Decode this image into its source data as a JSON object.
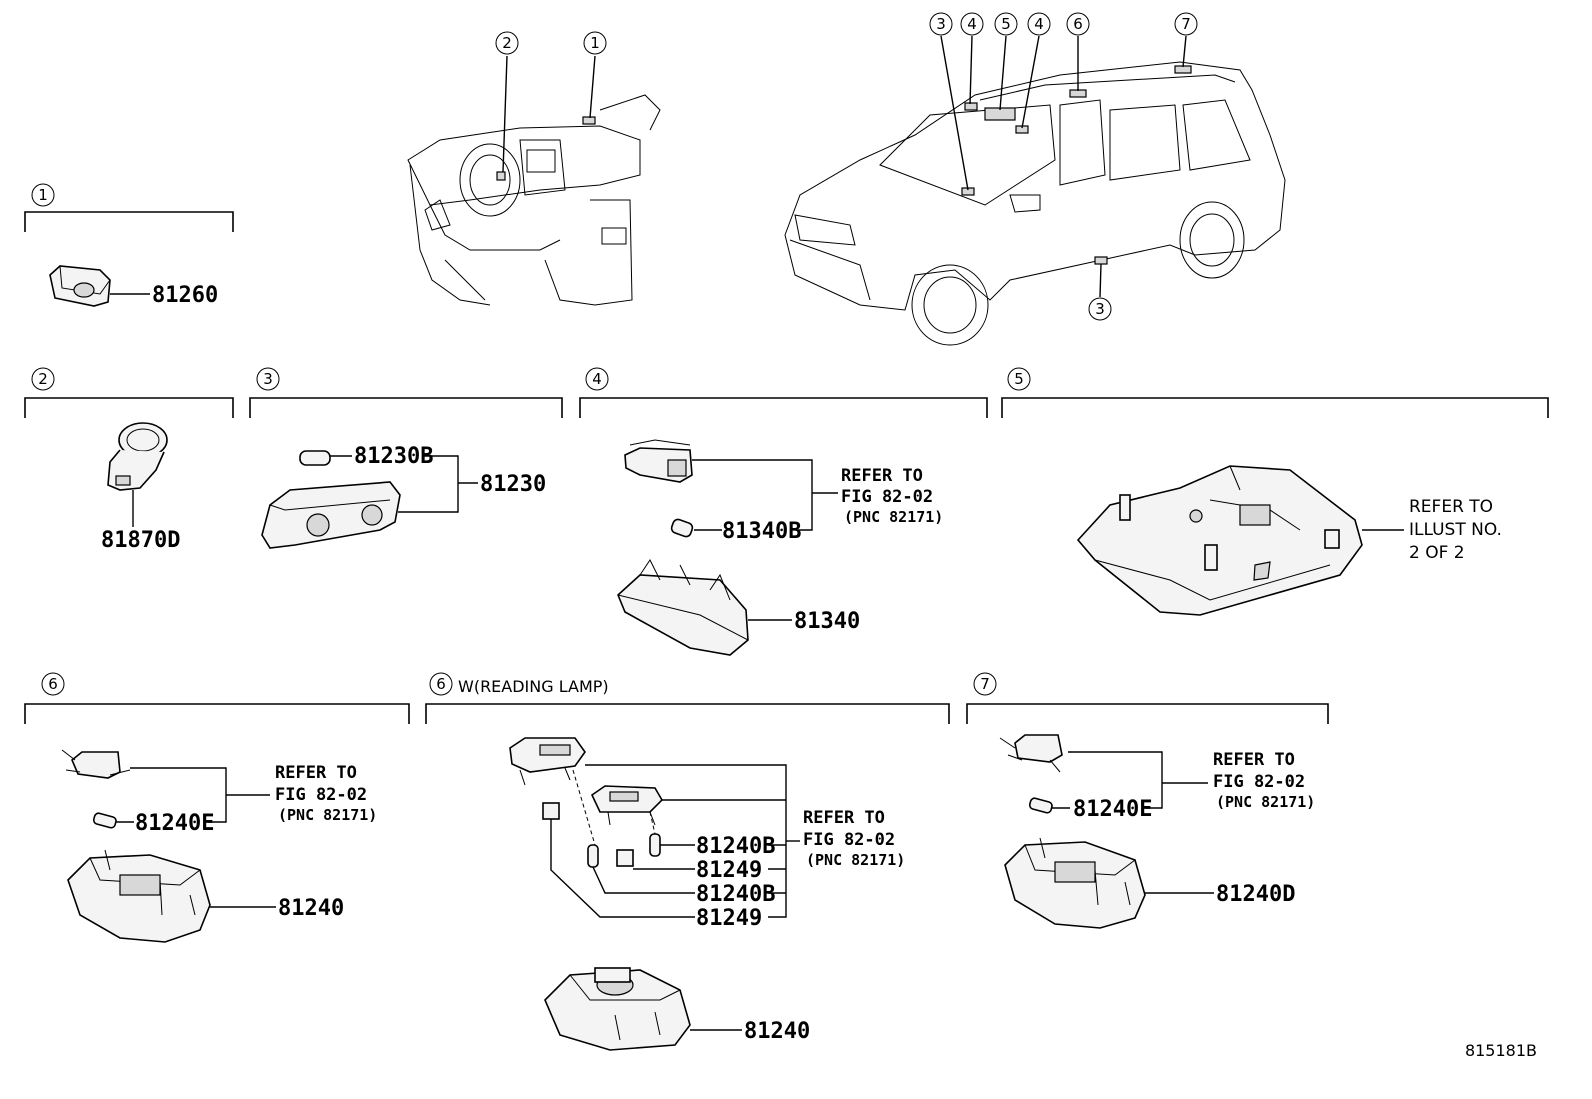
{
  "callouts": {
    "c1": "1",
    "c2": "2",
    "c3": "3",
    "c4": "4",
    "c5": "5",
    "c6": "6",
    "c7": "7"
  },
  "overview": {
    "interior_callouts": [
      "2",
      "1"
    ],
    "exterior_callouts": [
      "3",
      "4",
      "5",
      "4",
      "6",
      "7"
    ],
    "exterior_bottom_callout": "3"
  },
  "parts": {
    "p81260": "81260",
    "p81870D": "81870D",
    "p81230B": "81230B",
    "p81230": "81230",
    "p81340B": "81340B",
    "p81340": "81340",
    "p81240E_a": "81240E",
    "p81240_a": "81240",
    "p81240B_a": "81240B",
    "p81249_a": "81249",
    "p81240B_b": "81240B",
    "p81249_b": "81249",
    "p81240_b": "81240",
    "p81240E_b": "81240E",
    "p81240D": "81240D"
  },
  "refs": {
    "fig_line1": "REFER TO",
    "fig_line2": "FIG 82-02",
    "fig_line3": "(PNC 82171)",
    "illust_line1": "REFER TO",
    "illust_line2": "ILLUST NO.",
    "illust_line3": "2 OF 2"
  },
  "section6b_label": "W(READING LAMP)",
  "diagram_id": "815181B"
}
